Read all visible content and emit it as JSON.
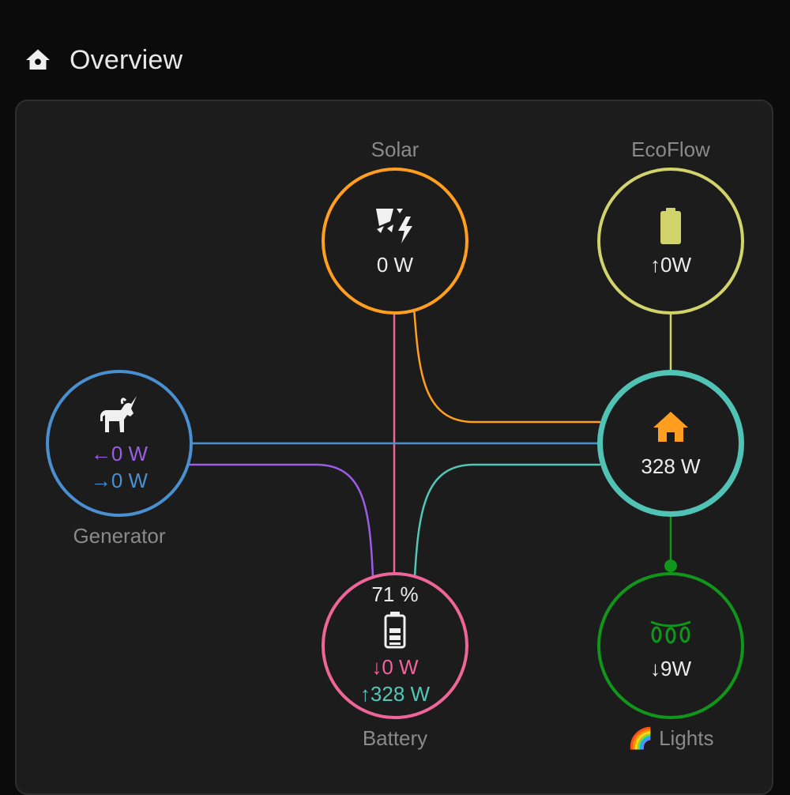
{
  "header": {
    "title": "Overview",
    "icon": "home-heart-icon"
  },
  "colors": {
    "solar": "#ff9e1f",
    "ecoflow": "#d2d36a",
    "generator_in": "#9b5de5",
    "generator_out": "#4a8fcf",
    "home": "#50c3b5",
    "battery": "#ee6599",
    "battery_out": "#52c7b8",
    "lights": "#10961a"
  },
  "nodes": {
    "solar": {
      "label": "Solar",
      "value": "0 W",
      "icon": "solar-power-icon"
    },
    "ecoflow": {
      "label": "EcoFlow",
      "arrow": "↑",
      "value": "0W",
      "icon": "battery-full-icon"
    },
    "generator": {
      "label": "Generator",
      "in_arrow": "←",
      "in_value": "0 W",
      "out_arrow": "→",
      "out_value": "0 W",
      "icon": "unicorn-icon"
    },
    "home": {
      "label": "",
      "value": "328 W",
      "icon": "home-icon"
    },
    "battery": {
      "label": "Battery",
      "percent": "71 %",
      "in_arrow": "↓",
      "in_value": "0 W",
      "out_arrow": "↑",
      "out_value": "328 W",
      "icon": "battery-medium-icon"
    },
    "lights": {
      "label": "🌈 Lights",
      "arrow": "↓",
      "value": "9W",
      "icon": "string-lights-icon"
    }
  }
}
